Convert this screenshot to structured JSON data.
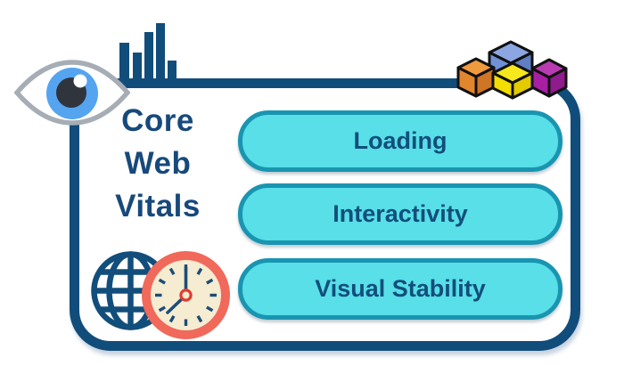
{
  "title": {
    "lines": [
      "Core",
      "Web",
      "Vitals"
    ]
  },
  "pills": [
    {
      "label": "Loading"
    },
    {
      "label": "Interactivity"
    },
    {
      "label": "Visual Stability"
    }
  ],
  "icons": {
    "eye": "eye-icon",
    "bar_chart": "bar-chart-icon",
    "globe": "globe-icon",
    "clock": "clock-icon",
    "cubes": "cubes-icon"
  },
  "colors": {
    "navy": "#114d7b",
    "title_text": "#17497b",
    "pill_fill": "#58dfe8",
    "pill_border": "#1995b1",
    "pill_text": "#134e7c",
    "clock_ring_coral": "#f0695a",
    "clock_face_cream": "#f5ecd1",
    "clock_center_red": "#e13b31",
    "eye_outline_gray": "#a6adb5",
    "eye_iris_blue": "#55a4f0",
    "eye_pupil": "#30343c",
    "cube_orange": "#e2862d",
    "cube_blue": "#7191d6",
    "cube_yellow": "#f3de00",
    "cube_purple": "#a91fa4"
  }
}
